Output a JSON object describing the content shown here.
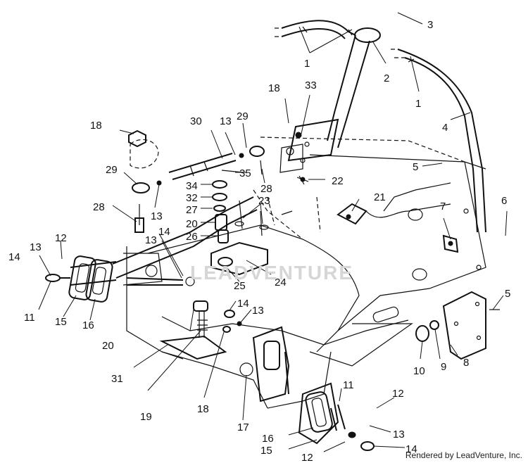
{
  "watermark": "LEADVENTURE",
  "credit": "Rendered by LeadVenture, Inc.",
  "callouts": [
    {
      "id": "c1a",
      "text": "1"
    },
    {
      "id": "c1b",
      "text": "1"
    },
    {
      "id": "c2",
      "text": "2"
    },
    {
      "id": "c3",
      "text": "3"
    },
    {
      "id": "c4",
      "text": "4"
    },
    {
      "id": "c5a",
      "text": "5"
    },
    {
      "id": "c5b",
      "text": "5"
    },
    {
      "id": "c6",
      "text": "6"
    },
    {
      "id": "c7",
      "text": "7"
    },
    {
      "id": "c8",
      "text": "8"
    },
    {
      "id": "c9",
      "text": "9"
    },
    {
      "id": "c10",
      "text": "10"
    },
    {
      "id": "c11a",
      "text": "11"
    },
    {
      "id": "c11b",
      "text": "11"
    },
    {
      "id": "c12a",
      "text": "12"
    },
    {
      "id": "c12b",
      "text": "12"
    },
    {
      "id": "c12c",
      "text": "12"
    },
    {
      "id": "c13a",
      "text": "13"
    },
    {
      "id": "c13b",
      "text": "13"
    },
    {
      "id": "c13c",
      "text": "13"
    },
    {
      "id": "c13d",
      "text": "13"
    },
    {
      "id": "c13e",
      "text": "13"
    },
    {
      "id": "c13f",
      "text": "13"
    },
    {
      "id": "c14a",
      "text": "14"
    },
    {
      "id": "c14b",
      "text": "14"
    },
    {
      "id": "c14c",
      "text": "14"
    },
    {
      "id": "c14d",
      "text": "14"
    },
    {
      "id": "c15a",
      "text": "15"
    },
    {
      "id": "c15b",
      "text": "15"
    },
    {
      "id": "c16a",
      "text": "16"
    },
    {
      "id": "c16b",
      "text": "16"
    },
    {
      "id": "c17",
      "text": "17"
    },
    {
      "id": "c18a",
      "text": "18"
    },
    {
      "id": "c18b",
      "text": "18"
    },
    {
      "id": "c18c",
      "text": "18"
    },
    {
      "id": "c19",
      "text": "19"
    },
    {
      "id": "c20a",
      "text": "20"
    },
    {
      "id": "c20b",
      "text": "20"
    },
    {
      "id": "c21",
      "text": "21"
    },
    {
      "id": "c22",
      "text": "22"
    },
    {
      "id": "c23",
      "text": "23"
    },
    {
      "id": "c24",
      "text": "24"
    },
    {
      "id": "c25",
      "text": "25"
    },
    {
      "id": "c26",
      "text": "26"
    },
    {
      "id": "c27",
      "text": "27"
    },
    {
      "id": "c28a",
      "text": "28"
    },
    {
      "id": "c28b",
      "text": "28"
    },
    {
      "id": "c29a",
      "text": "29"
    },
    {
      "id": "c29b",
      "text": "29"
    },
    {
      "id": "c30",
      "text": "30"
    },
    {
      "id": "c31",
      "text": "31"
    },
    {
      "id": "c32",
      "text": "32"
    },
    {
      "id": "c33",
      "text": "33"
    },
    {
      "id": "c34",
      "text": "34"
    },
    {
      "id": "c35",
      "text": "35"
    }
  ]
}
